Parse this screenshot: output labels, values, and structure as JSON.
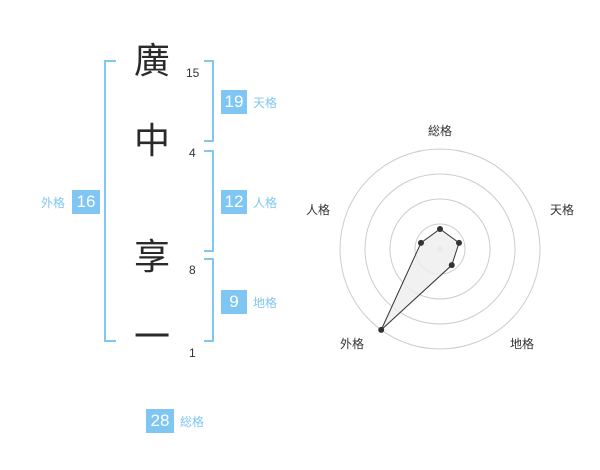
{
  "name": {
    "chars": [
      {
        "char": "廣",
        "strokes": "15"
      },
      {
        "char": "中",
        "strokes": "4"
      },
      {
        "char": "享",
        "strokes": "8"
      },
      {
        "char": "一",
        "strokes": "1"
      }
    ]
  },
  "fortunes": {
    "tenkaku": {
      "value": "19",
      "label": "天格"
    },
    "jinkaku": {
      "value": "12",
      "label": "人格"
    },
    "chikaku": {
      "value": "9",
      "label": "地格"
    },
    "gaikaku": {
      "value": "16",
      "label": "外格"
    },
    "soukaku": {
      "value": "28",
      "label": "総格"
    }
  },
  "radar": {
    "labels": {
      "top": "総格",
      "right": "天格",
      "bottom_right": "地格",
      "bottom_left": "外格",
      "left": "人格"
    },
    "colors": {
      "ring": "#cccccc",
      "polygon_fill": "#eeeeee",
      "polygon_stroke": "#333333",
      "point": "#333333"
    }
  },
  "chart_data": {
    "type": "radar",
    "axes": [
      "総格",
      "天格",
      "地格",
      "外格",
      "人格"
    ],
    "values": [
      0.2,
      0.2,
      0.2,
      1.0,
      0.2
    ],
    "rings": 4
  }
}
